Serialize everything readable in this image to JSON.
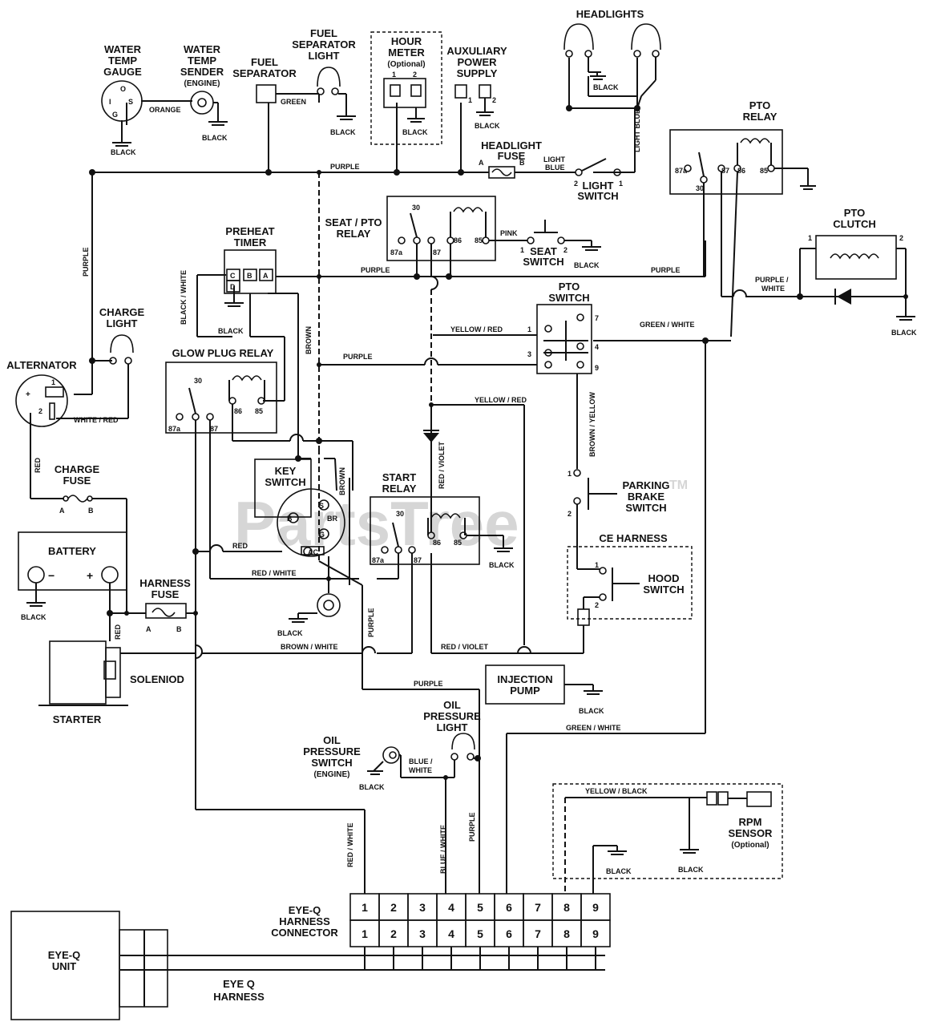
{
  "watermark": {
    "text": "PartsTree",
    "tm": "TM"
  },
  "components": {
    "water_temp_gauge": [
      "WATER",
      "TEMP",
      "GAUGE"
    ],
    "gauge_terminals": {
      "i": "I",
      "o": "O",
      "s": "S",
      "g": "G"
    },
    "water_temp_sender": [
      "WATER",
      "TEMP",
      "SENDER",
      "(ENGINE)"
    ],
    "fuel_separator": [
      "FUEL",
      "SEPARATOR"
    ],
    "fuel_separator_light": [
      "FUEL",
      "SEPARATOR",
      "LIGHT"
    ],
    "hour_meter": [
      "HOUR",
      "METER",
      "(Optional)"
    ],
    "aux_power_supply": [
      "AUXULIARY",
      "POWER",
      "SUPPLY"
    ],
    "headlights": "HEADLIGHTS",
    "headlight_fuse": [
      "HEADLIGHT",
      "FUSE"
    ],
    "light_switch": [
      "LIGHT",
      "SWITCH"
    ],
    "pto_relay": [
      "PTO",
      "RELAY"
    ],
    "pto_clutch": [
      "PTO",
      "CLUTCH"
    ],
    "seat_pto_relay": [
      "SEAT / PTO",
      "RELAY"
    ],
    "seat_switch": [
      "SEAT",
      "SWITCH"
    ],
    "preheat_timer": [
      "PREHEAT",
      "TIMER"
    ],
    "charge_light": [
      "CHARGE",
      "LIGHT"
    ],
    "alternator": "ALTERNATOR",
    "glow_plug_relay": "GLOW PLUG RELAY",
    "pto_switch": [
      "PTO",
      "SWITCH"
    ],
    "key_switch": [
      "KEY",
      "SWITCH"
    ],
    "start_relay": [
      "START",
      "RELAY"
    ],
    "parking_brake_switch": [
      "PARKING",
      "BRAKE",
      "SWITCH"
    ],
    "ce_harness": "CE HARNESS",
    "hood_switch": [
      "HOOD",
      "SWITCH"
    ],
    "charge_fuse": [
      "CHARGE",
      "FUSE"
    ],
    "battery": "BATTERY",
    "harness_fuse": [
      "HARNESS",
      "FUSE"
    ],
    "solenoid": "SOLENIOD",
    "starter": "STARTER",
    "injection_pump": [
      "INJECTION",
      "PUMP"
    ],
    "oil_pressure_light": [
      "OIL",
      "PRESSURE",
      "LIGHT"
    ],
    "oil_pressure_switch": [
      "OIL",
      "PRESSURE",
      "SWITCH",
      "(ENGINE)"
    ],
    "rpm_sensor": [
      "RPM",
      "SENSOR",
      "(Optional)"
    ],
    "eye_q_connector": [
      "EYE-Q",
      "HARNESS",
      "CONNECTOR"
    ],
    "eye_q_unit": [
      "EYE-Q",
      "UNIT"
    ],
    "eye_q_harness": [
      "EYE Q",
      "HARNESS"
    ]
  },
  "relay_terminals": {
    "t30": "30",
    "t87": "87",
    "t87a": "87a",
    "t86": "86",
    "t85": "85"
  },
  "key_terminals": {
    "b": "B",
    "s": "S",
    "g": "G",
    "br": "BR",
    "ac": "AC"
  },
  "timer_terminals": {
    "c": "C",
    "b": "B",
    "a": "A",
    "d": "D"
  },
  "fuse_terminals": {
    "a": "A",
    "b": "B"
  },
  "switch_terminals": {
    "one": "1",
    "two": "2",
    "three": "3",
    "four": "4",
    "seven": "7",
    "nine": "9"
  },
  "battery_signs": {
    "neg": "−",
    "pos": "+"
  },
  "alternator_signs": {
    "plus": "+",
    "one": "1",
    "two": "2"
  },
  "wire_colors": {
    "purple": "PURPLE",
    "black": "BLACK",
    "orange": "ORANGE",
    "green": "GREEN",
    "light_blue": "LIGHT BLUE",
    "light_blue_a": "LIGHT",
    "light_blue_b": "BLUE",
    "pink": "PINK",
    "black_white": "BLACK / WHITE",
    "brown": "BROWN",
    "yellow_red": "YELLOW / RED",
    "green_white": "GREEN / WHITE",
    "purple_white": "PURPLE / WHITE",
    "purple_white_a": "PURPLE /",
    "purple_white_b": "WHITE",
    "white_red": "WHITE / RED",
    "red": "RED",
    "red_white": "RED / WHITE",
    "red_violet": "RED / VIOLET",
    "brown_yellow": "BROWN / YELLOW",
    "brown_white": "BROWN / WHITE",
    "blue_white": "BLUE / WHITE",
    "blue_white_a": "BLUE /",
    "blue_white_b": "WHITE",
    "yellow_black": "YELLOW / BLACK"
  },
  "connector_pins": [
    "1",
    "2",
    "3",
    "4",
    "5",
    "6",
    "7",
    "8",
    "9"
  ]
}
